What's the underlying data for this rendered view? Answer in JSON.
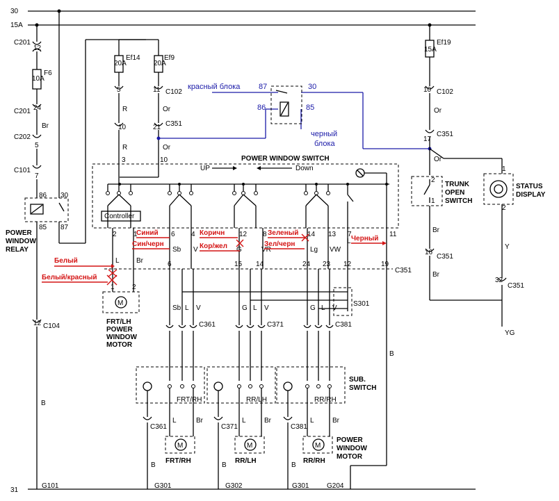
{
  "rails": {
    "top_30": "30",
    "top_15a": "15A",
    "bottom_31": "31"
  },
  "fuses": {
    "f6": {
      "name": "F6",
      "rating": "10A"
    },
    "ef14": {
      "name": "Ef14",
      "rating": "20A"
    },
    "ef9": {
      "name": "Ef9",
      "rating": "20A"
    },
    "ef19": {
      "name": "Ef19",
      "rating": "15A"
    }
  },
  "connectors": {
    "c201": "C201",
    "c201_pin": "12",
    "c201b": "C201",
    "c201b_pin": "24",
    "c202": "C202",
    "c202_pin": "5",
    "c101": "C101",
    "c101_pin": "7",
    "c104": "C104",
    "c104_pin": "12",
    "c102_a": "C102",
    "c102_pin5": "5",
    "c102_pin11": "11",
    "c351_a": "C351",
    "c351_pin10": "10",
    "c351_pin21": "21",
    "c102_b": "C102",
    "c102_b_pin": "10",
    "c351_b": "C351",
    "c351_b_pin": "17",
    "c351_c": "C351",
    "c351_c_pin": "16",
    "c351_d": "C351",
    "c351_d_pin": "32",
    "c351_row": "C351",
    "c361": "C361",
    "c371": "C371",
    "c381": "C381",
    "s301": "S301",
    "c361b": "C361",
    "c371b": "C371",
    "c381b": "C381"
  },
  "wire_colors": {
    "br": "Br",
    "r": "R",
    "or": "Or",
    "b": "B",
    "y": "Y",
    "yg": "YG",
    "sb": "Sb",
    "v": "V",
    "l": "L",
    "g": "G",
    "vr": "VR",
    "lg": "Lg",
    "vw": "VW"
  },
  "relay": {
    "label_line1": "POWER",
    "label_line2": "WINDOW",
    "label_line3": "RELAY",
    "pins": [
      "86",
      "30",
      "85",
      "87"
    ]
  },
  "switch": {
    "title": "POWER WINDOW SWITCH",
    "up": "UP",
    "down": "Down",
    "controller": "Controller",
    "pins_top": [
      "3",
      "10"
    ],
    "pins_bottom": [
      "2",
      "1",
      "6",
      "4",
      "12",
      "8",
      "14",
      "13",
      "7",
      "11"
    ],
    "pins_c351": [
      "6",
      "15",
      "14",
      "24",
      "23",
      "12",
      "19"
    ]
  },
  "motors": {
    "frt_lh": {
      "line1": "FRT/LH",
      "line2": "POWER",
      "line3": "WINDOW",
      "line4": "MOTOR"
    },
    "frt_rh": "FRT/RH",
    "rr_lh": "RR/LH",
    "rr_rh": "RR/RH",
    "pw_motor_line1": "POWER",
    "pw_motor_line2": "WINDOW",
    "pw_motor_line3": "MOTOR"
  },
  "sub_switch": {
    "line1": "SUB.",
    "line2": "SWITCH",
    "labels": [
      "FRT/RH",
      "RR/LH",
      "RR/RH"
    ]
  },
  "trunk": {
    "line1": "TRUNK",
    "line2": "OPEN",
    "line3": "SWITCH"
  },
  "status": {
    "line1": "STATUS",
    "line2": "DISPLAY"
  },
  "grounds": [
    "G101",
    "G301",
    "G302",
    "G301",
    "G204"
  ],
  "annotations_red": {
    "belyi": "Белый",
    "belyi_krasnyi": "Белый/красный",
    "sinii": "Синий",
    "sin_chern": "Син/черн",
    "korichn": "Коричн",
    "kor_zhel": "Кор/жел",
    "zelenyi": "Зеленый",
    "zel_chern": "Зел/черн",
    "chernyi": "Черный"
  },
  "annotations_blue": {
    "krasnyi_bloka": "красный блока",
    "pin87": "87",
    "pin30": "30",
    "pin86": "86",
    "pin85": "85",
    "chernyi_line1": "черный",
    "chernyi_line2": "блока"
  },
  "colors": {
    "wire": "#000000",
    "annotation_red": "#d41414",
    "annotation_blue": "#1a1aa8"
  }
}
